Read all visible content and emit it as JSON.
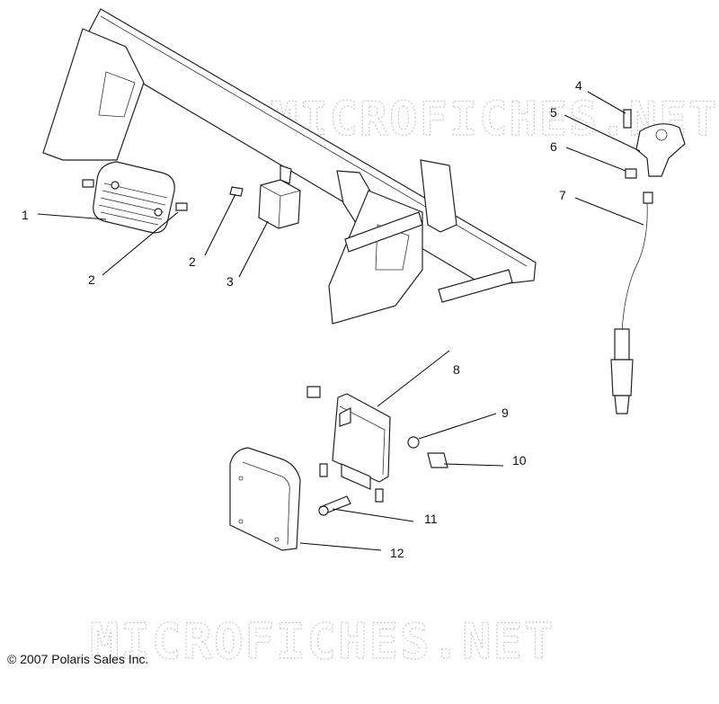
{
  "watermark": "MICROFICHES.NET",
  "copyright": "© 2007 Polaris Sales Inc.",
  "callouts": [
    "1",
    "2",
    "2",
    "3",
    "4",
    "5",
    "6",
    "7",
    "8",
    "9",
    "10",
    "11",
    "12"
  ]
}
